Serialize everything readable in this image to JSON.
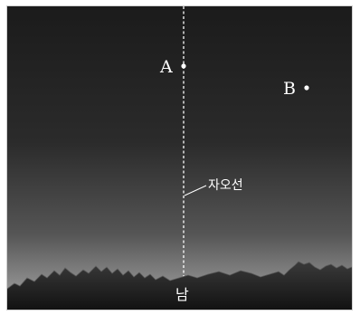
{
  "diagram": {
    "stars": [
      {
        "label": "A"
      },
      {
        "label": "B"
      }
    ],
    "meridian_label": "자오선",
    "direction_label": "남",
    "colors": {
      "sky_top": "#1a1a1a",
      "sky_bottom": "#9a9a9a",
      "mountain": "#1c1c1c",
      "text": "#ffffff"
    }
  }
}
